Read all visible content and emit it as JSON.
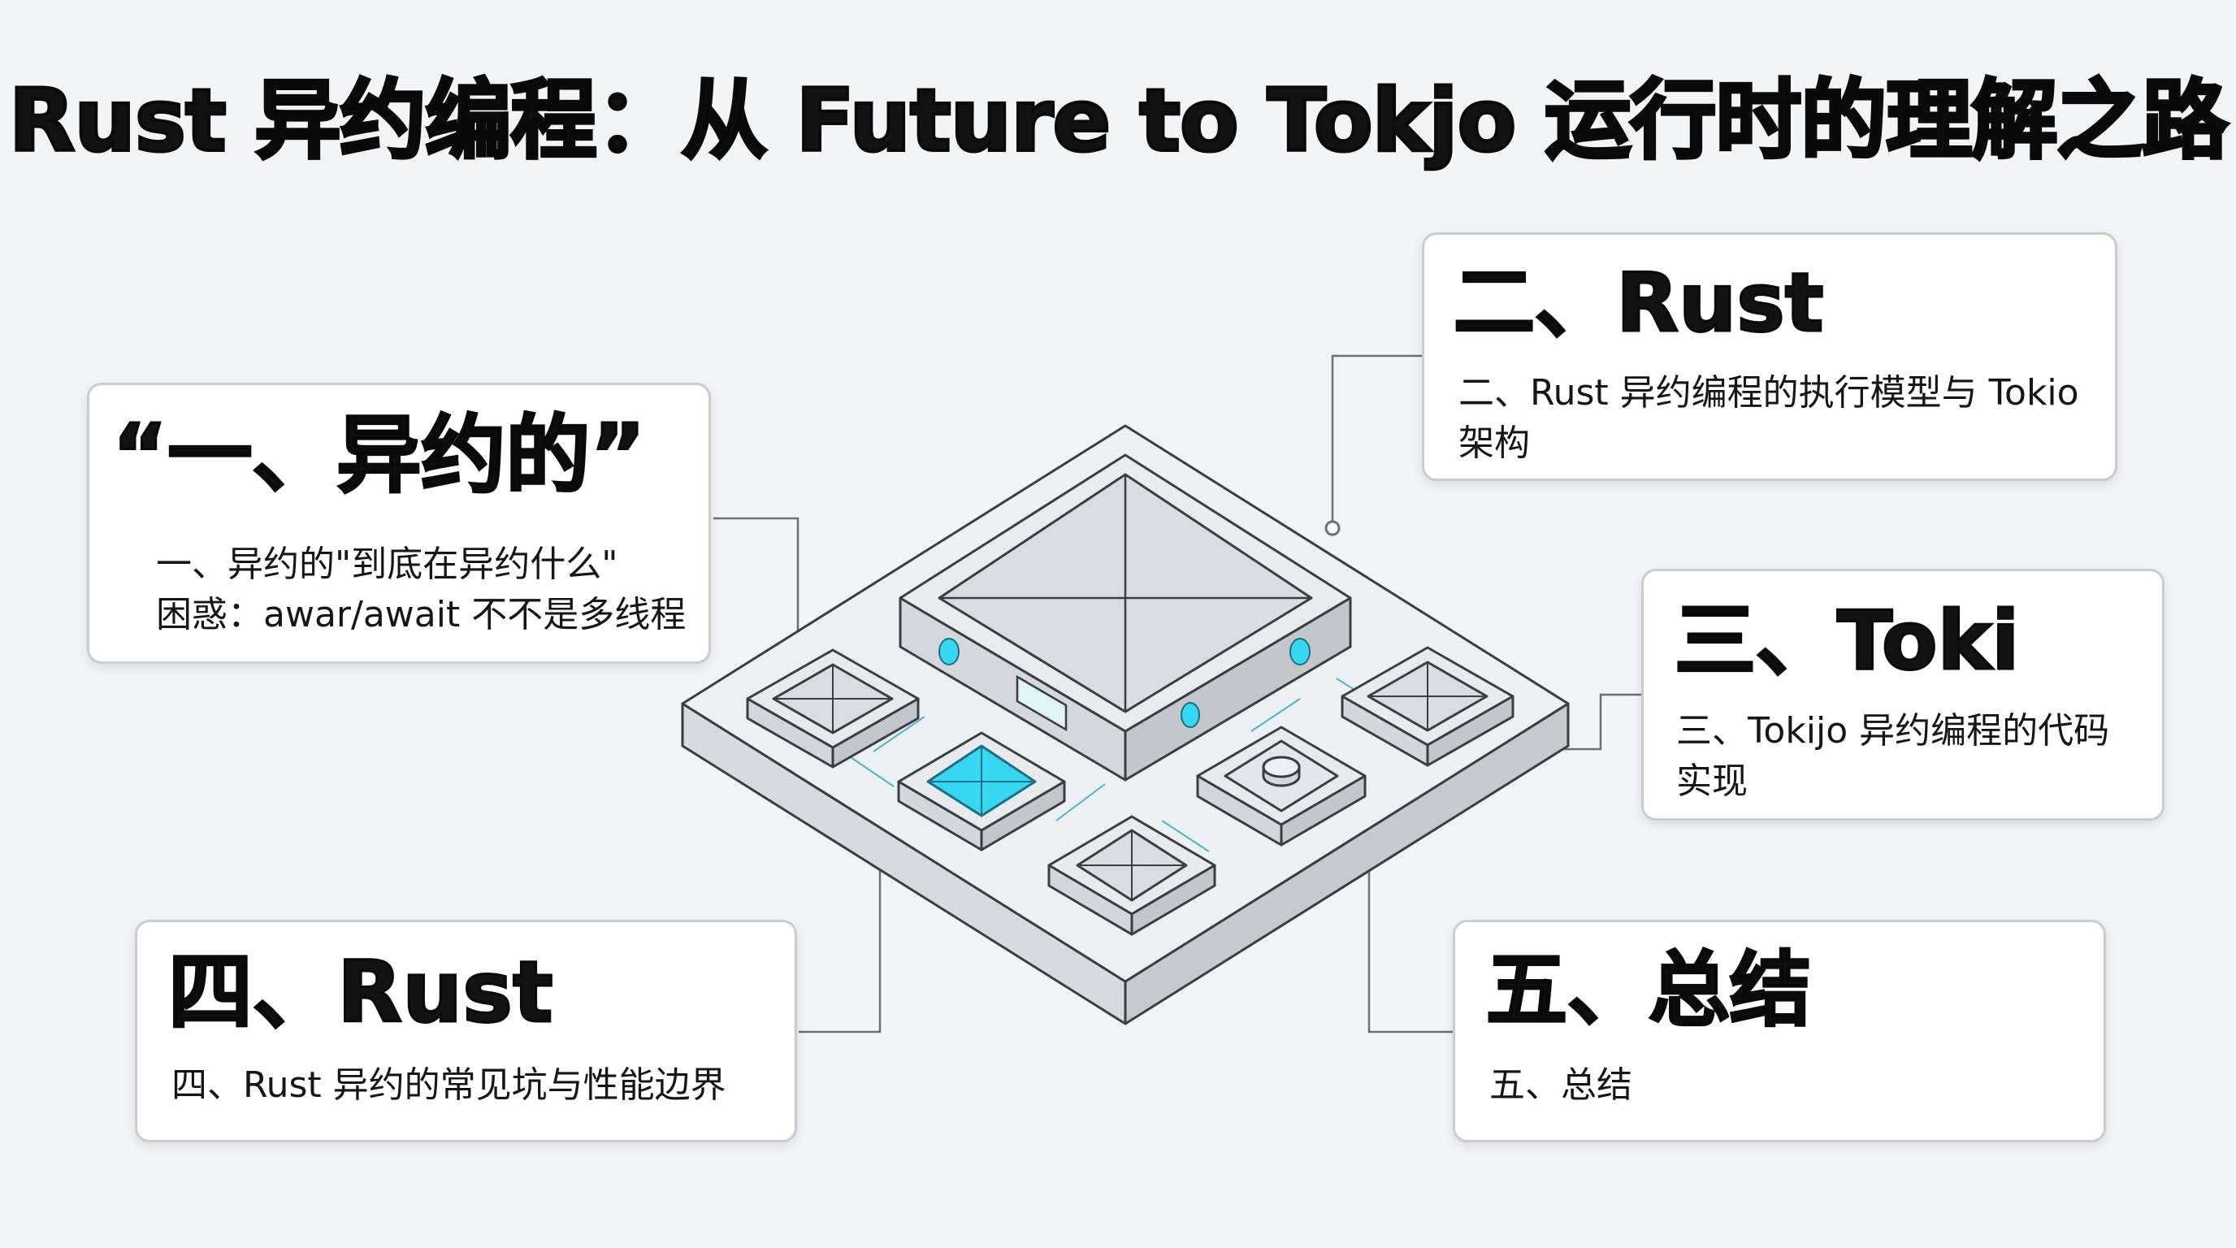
{
  "title": "Rust 异约编程：从 Future to Tokjo 运行时的理解之路",
  "cards": {
    "one": {
      "heading": "“一、异约的”",
      "lines": [
        "一、异约的\"到底在异约什么\"",
        "困惑：awar/await 不不是多线程"
      ]
    },
    "two": {
      "heading": "二、Rust",
      "lines": [
        "二、Rust 异约编程的执行模型与 Tokio",
        "架构"
      ]
    },
    "three": {
      "heading": "三、Toki",
      "lines": [
        "三、Tokijo 异约编程的代码",
        "实现"
      ]
    },
    "four": {
      "heading": "四、Rust",
      "lines": [
        "四、Rust 异约的常见坑与性能边界"
      ]
    },
    "five": {
      "heading": "五、总结",
      "lines": [
        "五、总结"
      ]
    }
  },
  "colors": {
    "background": "#f2f4f6",
    "card_border": "#c9ccd1",
    "platform_top": "#eef0f3",
    "platform_side": "#cdd1d6",
    "accent_cyan": "#35d8f0",
    "connector": "#6b6f75"
  }
}
